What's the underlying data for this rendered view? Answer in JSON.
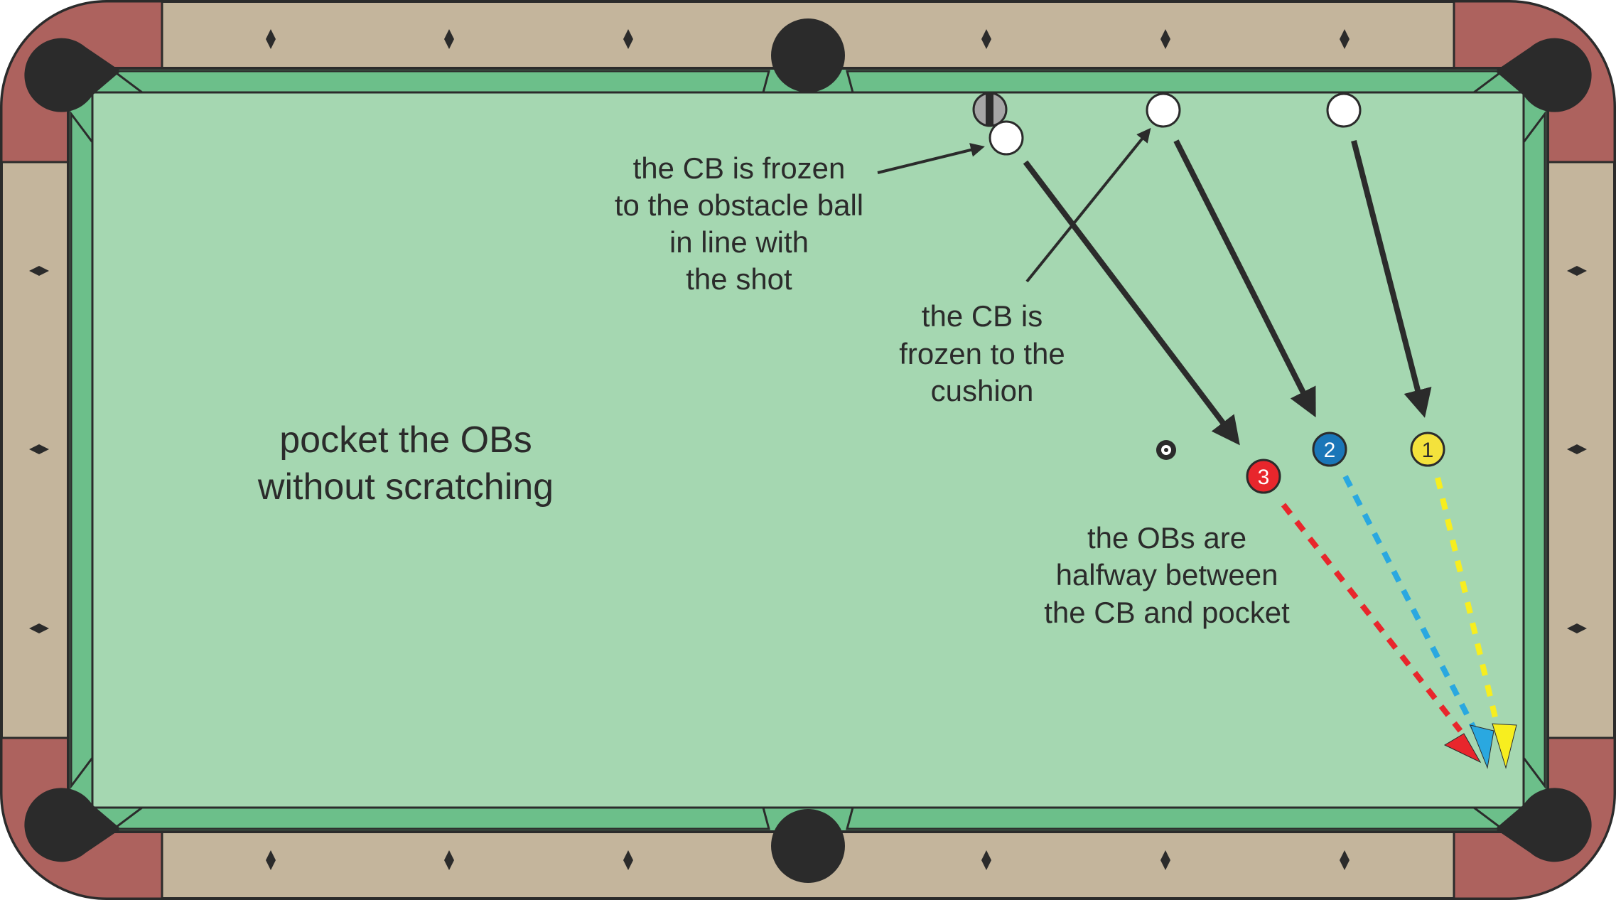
{
  "colors": {
    "rail_wood": "#c4b59c",
    "corner_wood": "#ad625e",
    "cushion": "#6cbf8a",
    "felt": "#a5d7b1",
    "outline": "#2b2b2b",
    "pocket": "#2b2b2b",
    "cue_ball": "#ffffff",
    "obstacle_ball": "#a6a6a6"
  },
  "main_caption": {
    "line1": "pocket the OBs",
    "line2": "without scratching"
  },
  "annotation_obstacle": {
    "line1": "the CB is frozen",
    "line2": "to the obstacle ball",
    "line3": "in line with",
    "line4": "the shot"
  },
  "annotation_cushion": {
    "line1": "the CB is",
    "line2": "frozen to the",
    "line3": "cushion"
  },
  "annotation_halfway": {
    "line1": "the OBs are",
    "line2": "halfway between",
    "line3": "the CB and pocket"
  },
  "object_balls": [
    {
      "number": "1",
      "color": "#f4e23c",
      "text_color": "#2b2b2b"
    },
    {
      "number": "2",
      "color": "#1a76b8",
      "text_color": "#ffffff"
    },
    {
      "number": "3",
      "color": "#e8262c",
      "text_color": "#ffffff"
    }
  ],
  "path_colors": {
    "ball_1": "#f7ee1f",
    "ball_2": "#2aa8e0",
    "ball_3": "#e8262c"
  },
  "icons": {
    "pocket": "pocket-icon",
    "diamond": "diamond-icon",
    "ghost_ball": "ghost-ball-icon"
  }
}
